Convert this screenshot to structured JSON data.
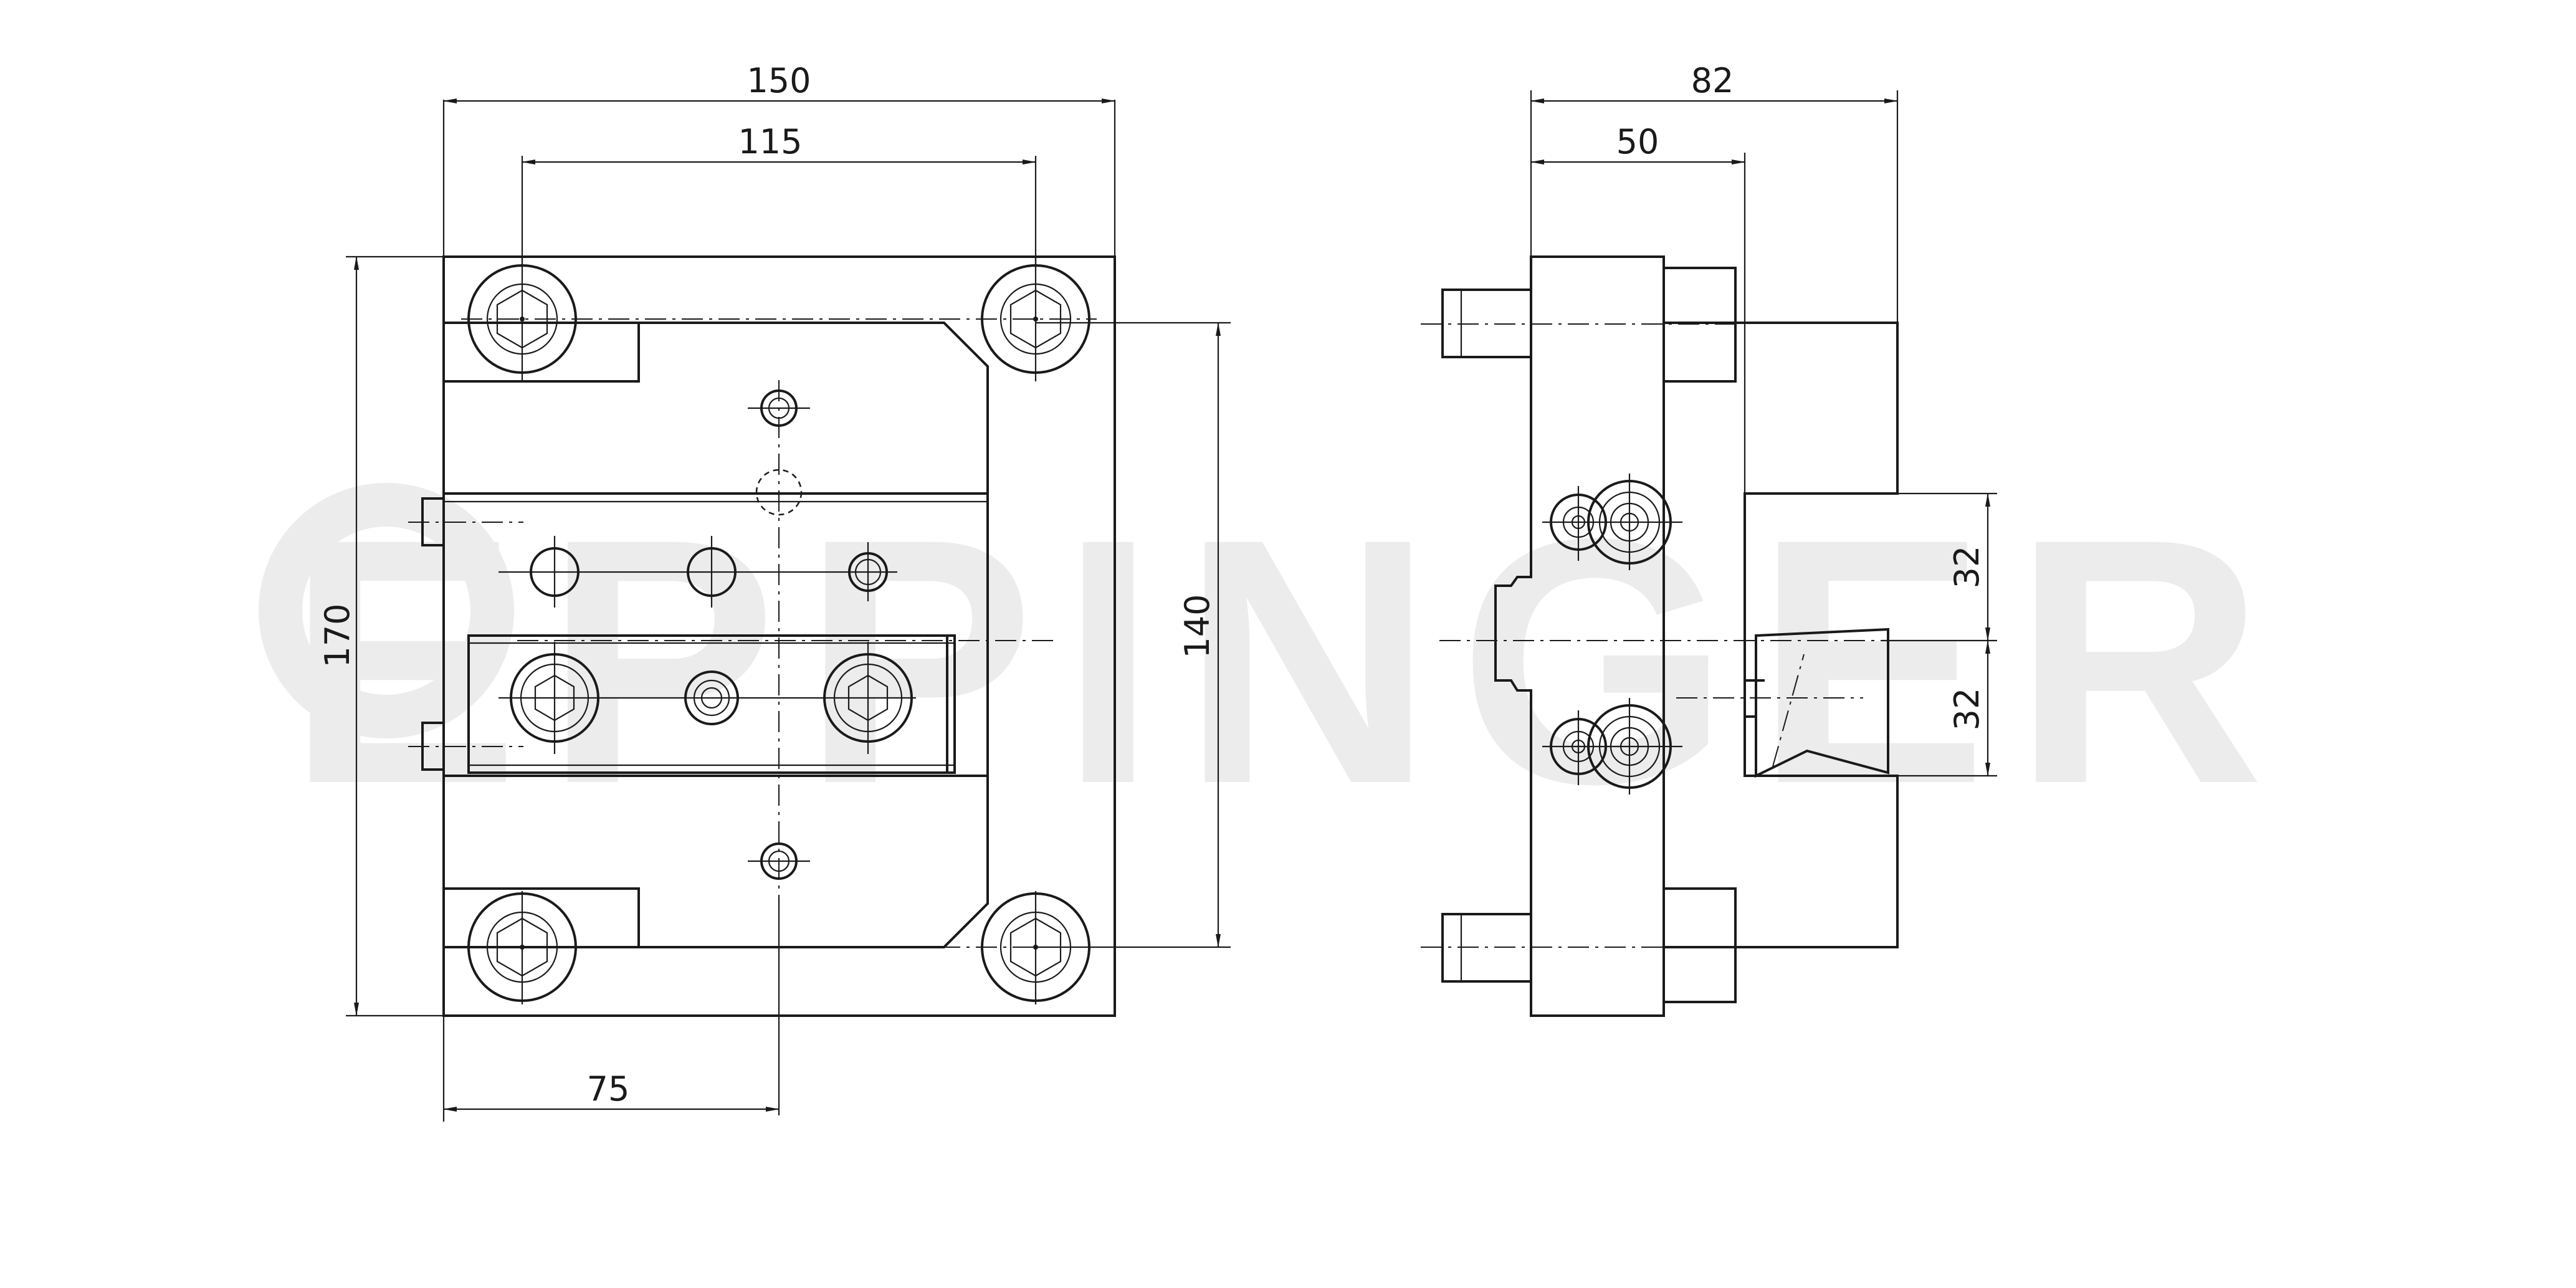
{
  "watermark": {
    "text": "EPPINGER",
    "color": "#ececec"
  },
  "dimensions": {
    "front_width": "150",
    "front_hole_spacing": "115",
    "front_height": "170",
    "front_hole_height": "140",
    "front_half_width": "75",
    "side_depth": "82",
    "side_body_depth": "50",
    "side_upper_offset": "32",
    "side_lower_offset": "32"
  },
  "colors": {
    "line": "#1a1a1a",
    "background": "#ffffff"
  }
}
